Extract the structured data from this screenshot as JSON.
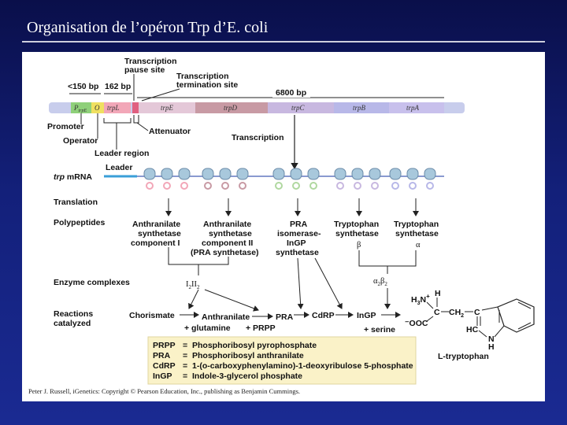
{
  "slide": {
    "title": "Organisation de l’opéron Trp d’E. coli"
  },
  "top": {
    "pause_site": [
      "Transcription",
      "pause site"
    ],
    "termination_site": [
      "Transcription",
      "termination site"
    ],
    "bp150": "<150 bp",
    "bp162": "162 bp",
    "bp6800": "6800 bp"
  },
  "genes": {
    "promoter": "P",
    "promoter_sub": "trpE",
    "operator": "O",
    "trpL": "trpL",
    "trpE": "trpE",
    "trpD": "trpD",
    "trpC": "trpC",
    "trpB": "trpB",
    "trpA": "trpA"
  },
  "left_labels": {
    "promoter": "Promoter",
    "operator": "Operator",
    "attenuator": "Attenuator",
    "leader_region": "Leader region",
    "transcription": "Transcription",
    "leader": "Leader",
    "mrna_it": "trp",
    "mrna": "mRNA",
    "translation": "Translation",
    "polypeptides": "Polypeptides",
    "enzyme_complexes": "Enzyme complexes",
    "reactions": [
      "Reactions",
      "catalyzed"
    ]
  },
  "polypeptides": {
    "p1": [
      "Anthranilate",
      "synthetase",
      "component I"
    ],
    "p2": [
      "Anthranilate",
      "synthetase",
      "component II",
      "(PRA synthetase)"
    ],
    "p3": [
      "PRA",
      "isomerase-",
      "InGP",
      "synthetase"
    ],
    "p4": [
      "Tryptophan",
      "synthetase",
      "β"
    ],
    "p5": [
      "Tryptophan",
      "synthetase",
      "α"
    ]
  },
  "complexes": {
    "c1": "I",
    "c1sub": "2",
    "c2": "II",
    "c2sub": "2",
    "c3a": "α",
    "c3b": "β",
    "c3sub": "2"
  },
  "reactions": {
    "chorismate": "Chorismate",
    "anthranilate": "Anthranilate",
    "pra": "PRA",
    "cdrp": "CdRP",
    "ingp": "InGP",
    "glutamine": "+ glutamine",
    "prpp": "+ PRPP",
    "serine": "+ serine"
  },
  "tryptophan": {
    "h3n": "H",
    "h3n_sub": "3",
    "h3n_n": "N",
    "plus": "+",
    "h_top": "H",
    "c": "C",
    "ch2": "CH",
    "ch2_sub": "2",
    "c2": "C",
    "ooc": "⁻OOC",
    "hc": "HC",
    "n": "N",
    "h": "H",
    "name": "L-tryptophan"
  },
  "legend": [
    {
      "abbr": "PRPP",
      "def": "Phosphoribosyl pyrophosphate"
    },
    {
      "abbr": "PRA",
      "def": "Phosphoribosyl anthranilate"
    },
    {
      "abbr": "CdRP",
      "def": "1-(o-carboxyphenylamino)-1-deoxyribulose 5-phosphate"
    },
    {
      "abbr": "InGP",
      "def": "Indole-3-glycerol phosphate"
    }
  ],
  "legend_eq": "=",
  "credit": "Peter J. Russell, iGenetics: Copyright © Pearson Education, Inc., publishing as Benjamin Cummings.",
  "colors": {
    "promoter": "#8fd07a",
    "operator": "#f0e060",
    "trpL": "#f2a7b8",
    "trpE": "#e4c8d8",
    "trpD": "#c89aa4",
    "trpC": "#c8b8e0",
    "trpB": "#b8b8e8",
    "trpA": "#c8c0ec",
    "dna": "#c8cdec",
    "mrna": "#3a9fd8",
    "ribosome": "#a8c8dc",
    "legend_bg": "#faf2c8"
  }
}
